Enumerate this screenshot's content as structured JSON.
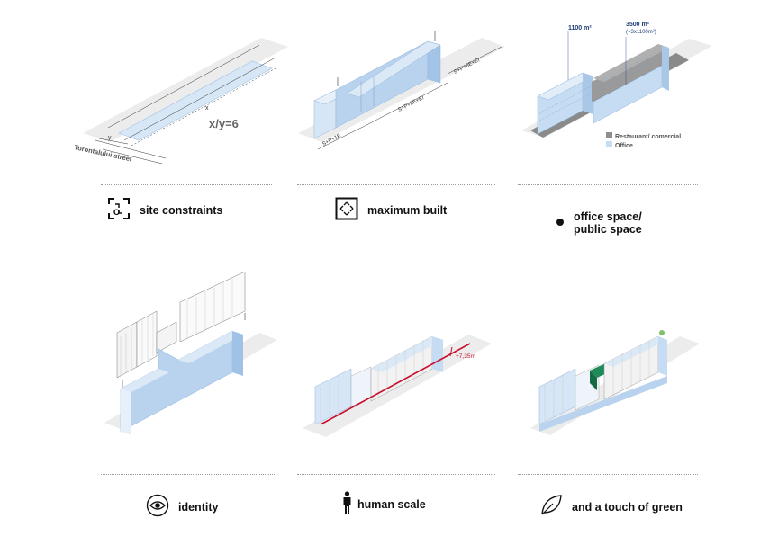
{
  "colors": {
    "office_blue": "#c6dcf2",
    "office_blue_dark": "#9fc2e6",
    "restaurant_grey": "#8e8e8e",
    "ground_grey": "#ececec",
    "accent_red": "#c8102e",
    "green_roof": "#1f8a5a"
  },
  "panel1": {
    "ratio_label": "x/y=6",
    "street_label": "Torontalului street",
    "dim_x": "x",
    "dim_y": "y",
    "caption": "site constraints",
    "icon": "site-constraints-icon"
  },
  "panel2": {
    "dim_left": "S+P+1E",
    "dim_mid": "S+P+8E+Er",
    "dim_right": "S+P+8E+Er",
    "caption": "maximum built",
    "icon": "maximum-built-icon"
  },
  "panel3": {
    "area_office": "1100 m²",
    "area_total": "3500 m²",
    "area_total_note": "(~3x1100m²)",
    "legend": [
      {
        "label": "Restaurant/ comercial",
        "color": "#8e8e8e"
      },
      {
        "label": "Office",
        "color": "#c6dcf2"
      }
    ],
    "caption_line1": "office space/",
    "caption_line2": "public space",
    "icon": "bullet-dot-icon"
  },
  "panel4": {
    "caption": "identity",
    "icon": "eye-icon"
  },
  "panel5": {
    "height_label": "+7,35m",
    "caption": "human scale",
    "icon": "human-figure-icon"
  },
  "panel6": {
    "caption": "and a touch of green",
    "icon": "leaf-icon"
  }
}
